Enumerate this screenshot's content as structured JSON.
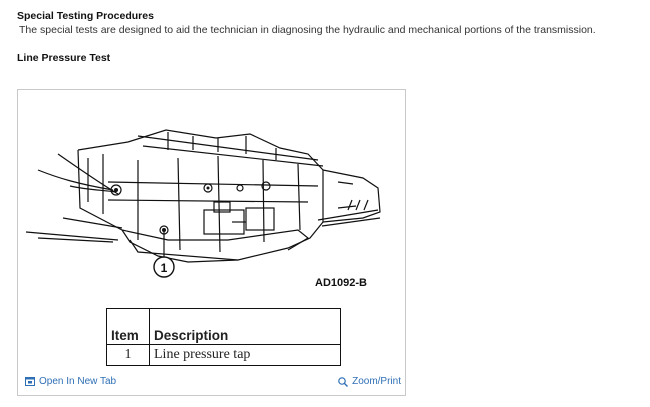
{
  "article": {
    "heading": "Special Testing Procedures",
    "intro": "The special tests are designed to aid the technician in diagnosing the hydraulic and mechanical portions of the transmission.",
    "subheading": "Line Pressure Test"
  },
  "figure": {
    "callout_number": "1",
    "code": "AD1092-B",
    "legend": {
      "headers": {
        "item": "Item",
        "description": "Description"
      },
      "rows": [
        {
          "item": "1",
          "description": "Line pressure tap"
        }
      ]
    },
    "actions": {
      "open_new_tab": "Open In New Tab",
      "zoom_print": "Zoom/Print"
    }
  },
  "colors": {
    "link": "#2f6fb5",
    "frame_border": "#c9c9c9"
  },
  "icons": [
    "open-in-new-tab-icon",
    "magnifier-icon"
  ]
}
